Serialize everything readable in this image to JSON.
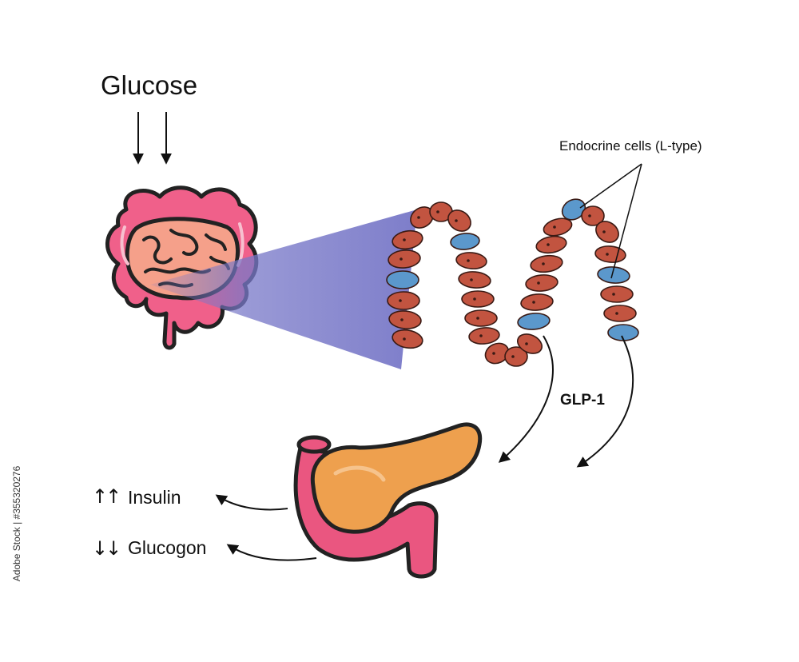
{
  "diagram": {
    "glucose_label": "Glucose",
    "endocrine_label": "Endocrine cells (L-type)",
    "glp_label": "GLP-1",
    "insulin": {
      "arrows": "↑↑",
      "label": "Insulin"
    },
    "glucagon": {
      "arrows": "↓↓",
      "label": "Glucogon"
    },
    "stock_id": "Adobe Stock | #355320276"
  },
  "colors": {
    "intestine": "#f0608a",
    "intestine_inner": "#f5a08a",
    "zoom_cone": "#7878c8",
    "villus_cell": "#c25440",
    "l_cell": "#5b98cc",
    "pancreas": "#eea04e",
    "duodenum": "#ea5680",
    "outline": "#222222"
  },
  "icons": [
    "down-arrow-icon",
    "intestine-icon",
    "pancreas-icon",
    "curved-arrow-icon"
  ]
}
